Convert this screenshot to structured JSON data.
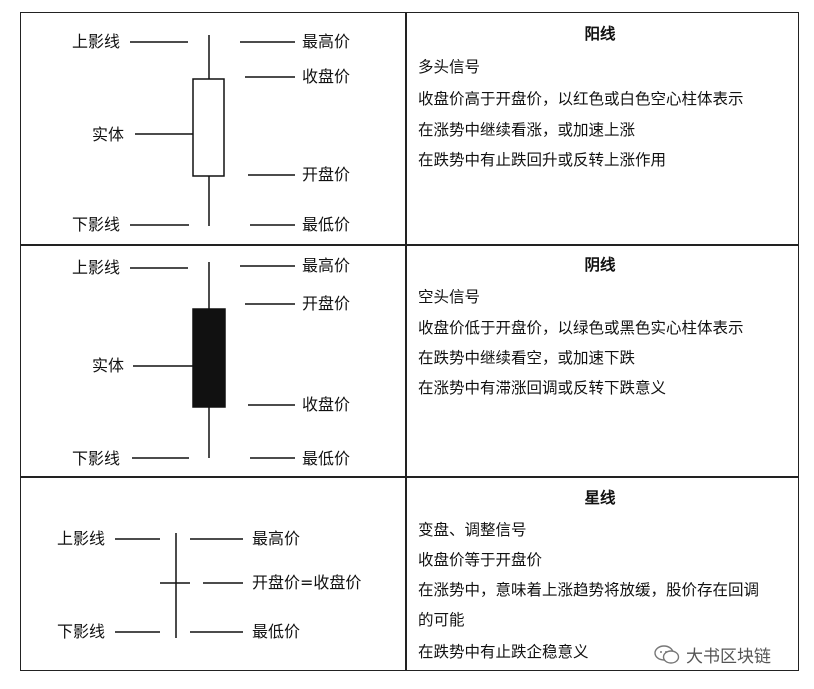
{
  "rows": [
    {
      "labels": {
        "upper_shadow": "上影线",
        "body": "实体",
        "lower_shadow": "下影线",
        "high": "最高价",
        "close": "收盘价",
        "open": "开盘价",
        "low": "最低价"
      },
      "title": "阳线",
      "lines": [
        "多头信号",
        "收盘价高于开盘价，以红色或白色空心柱体表示",
        "在涨势中继续看涨，或加速上涨",
        "在跌势中有止跌回升或反转上涨作用"
      ]
    },
    {
      "labels": {
        "upper_shadow": "上影线",
        "body": "实体",
        "lower_shadow": "下影线",
        "high": "最高价",
        "open": "开盘价",
        "close": "收盘价",
        "low": "最低价"
      },
      "title": "阴线",
      "lines": [
        "空头信号",
        "收盘价低于开盘价，以绿色或黑色实心柱体表示",
        "在跌势中继续看空，或加速下跌",
        "在涨势中有滞涨回调或反转下跌意义"
      ]
    },
    {
      "labels": {
        "upper_shadow": "上影线",
        "lower_shadow": "下影线",
        "high": "最高价",
        "open_close": "开盘价=收盘价",
        "low": "最低价"
      },
      "title": "星线",
      "lines": [
        "变盘、调整信号",
        "收盘价等于开盘价",
        "在涨势中，意味着上涨趋势将放缓，股价存在回调",
        "的可能",
        "在跌势中有止跌企稳意义"
      ]
    }
  ],
  "watermark": "大书区块链"
}
